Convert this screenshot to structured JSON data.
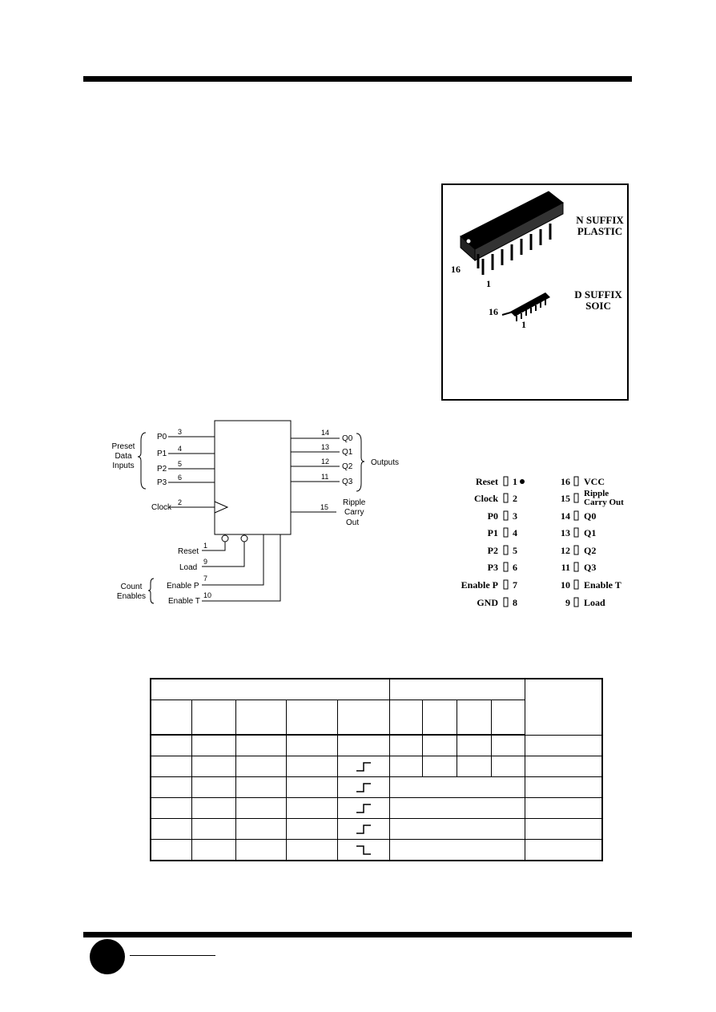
{
  "package": {
    "n_suffix": "N SUFFIX",
    "n_type": "PLASTIC",
    "n_pin16": "16",
    "n_pin1": "1",
    "d_suffix": "D SUFFIX",
    "d_type": "SOIC",
    "d_pin16": "16",
    "d_pin1": "1"
  },
  "logic": {
    "preset_group": [
      "Preset",
      "Data",
      "Inputs"
    ],
    "inputs": [
      {
        "label": "P0",
        "pin": "3"
      },
      {
        "label": "P1",
        "pin": "4"
      },
      {
        "label": "P2",
        "pin": "5"
      },
      {
        "label": "P3",
        "pin": "6"
      }
    ],
    "clock": {
      "label": "Clock",
      "pin": "2"
    },
    "outputs": [
      {
        "label": "Q0",
        "pin": "14"
      },
      {
        "label": "Q1",
        "pin": "13"
      },
      {
        "label": "Q2",
        "pin": "12"
      },
      {
        "label": "Q3",
        "pin": "11"
      }
    ],
    "outputs_group": "Outputs",
    "ripple": {
      "label": [
        "Ripple",
        "Carry",
        "Out"
      ],
      "pin": "15"
    },
    "reset": {
      "label": "Reset",
      "pin": "1"
    },
    "load": {
      "label": "Load",
      "pin": "9"
    },
    "enable_p": {
      "label": "Enable P",
      "pin": "7"
    },
    "enable_t": {
      "label": "Enable T",
      "pin": "10"
    },
    "count_group": [
      "Count",
      "Enables"
    ]
  },
  "pinout": {
    "left": [
      {
        "label": "Reset",
        "pin": "1"
      },
      {
        "label": "Clock",
        "pin": "2"
      },
      {
        "label": "P0",
        "pin": "3"
      },
      {
        "label": "P1",
        "pin": "4"
      },
      {
        "label": "P2",
        "pin": "5"
      },
      {
        "label": "P3",
        "pin": "6"
      },
      {
        "label": "Enable P",
        "pin": "7"
      },
      {
        "label": "GND",
        "pin": "8"
      }
    ],
    "right": [
      {
        "label": "VCC",
        "pin": "16"
      },
      {
        "label": "Ripple Carry Out",
        "pin": "15"
      },
      {
        "label": "Q0",
        "pin": "14"
      },
      {
        "label": "Q1",
        "pin": "13"
      },
      {
        "label": "Q2",
        "pin": "12"
      },
      {
        "label": "Q3",
        "pin": "11"
      },
      {
        "label": "Enable T",
        "pin": "10"
      },
      {
        "label": "Load",
        "pin": "9"
      }
    ]
  },
  "truth_table": {
    "clock_edges": [
      "rising",
      "rising",
      "rising",
      "rising",
      "falling"
    ]
  }
}
